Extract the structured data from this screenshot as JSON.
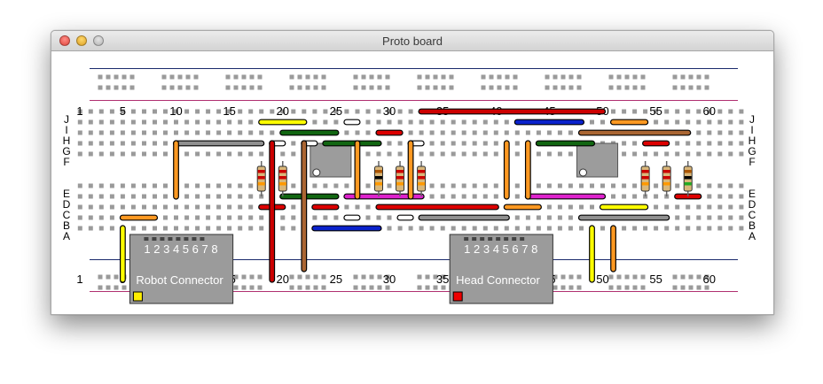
{
  "window": {
    "title": "Proto board"
  },
  "board": {
    "columns": 63,
    "column_labels": [
      "1",
      "5",
      "10",
      "15",
      "20",
      "25",
      "30",
      "35",
      "40",
      "45",
      "50",
      "55",
      "60"
    ],
    "column_label_positions": [
      1,
      5,
      10,
      15,
      20,
      25,
      30,
      35,
      40,
      45,
      50,
      55,
      60
    ],
    "top_row_labels": [
      "J",
      "I",
      "H",
      "G",
      "F"
    ],
    "bottom_row_labels": [
      "E",
      "D",
      "C",
      "B",
      "A"
    ],
    "rail_top_color": "#1a2a6c",
    "rail_bottom_color": "#b03070",
    "hole_color": "#9a9a9a",
    "wires": [
      {
        "orient": "h",
        "row": 0,
        "col_start": 33,
        "col_end": 50,
        "color": "#cc0000"
      },
      {
        "orient": "h",
        "row": 1,
        "col_start": 18,
        "col_end": 22,
        "color": "#ffff00"
      },
      {
        "orient": "h",
        "row": 1,
        "col_start": 26,
        "col_end": 27,
        "color": "#ffffff"
      },
      {
        "orient": "h",
        "row": 1,
        "col_start": 42,
        "col_end": 48,
        "color": "#0a22cc"
      },
      {
        "orient": "h",
        "row": 1,
        "col_start": 51,
        "col_end": 54,
        "color": "#ff9922"
      },
      {
        "orient": "h",
        "row": 2,
        "col_start": 20,
        "col_end": 25,
        "color": "#116611"
      },
      {
        "orient": "h",
        "row": 2,
        "col_start": 29,
        "col_end": 31,
        "color": "#dd0000"
      },
      {
        "orient": "h",
        "row": 2,
        "col_start": 48,
        "col_end": 58,
        "color": "#aa6633"
      },
      {
        "orient": "h",
        "row": 3,
        "col_start": 19,
        "col_end": 20,
        "color": "#ffffff"
      },
      {
        "orient": "h",
        "row": 3,
        "col_start": 22,
        "col_end": 23,
        "color": "#ffffff"
      },
      {
        "orient": "h",
        "row": 3,
        "col_start": 32,
        "col_end": 33,
        "color": "#ffffff"
      },
      {
        "orient": "h",
        "row": 3,
        "col_start": 24,
        "col_end": 29,
        "color": "#116611"
      },
      {
        "orient": "h",
        "row": 3,
        "col_start": 44,
        "col_end": 49,
        "color": "#116611"
      },
      {
        "orient": "h",
        "row": 3,
        "col_start": 54,
        "col_end": 56,
        "color": "#dd0000"
      },
      {
        "orient": "h",
        "row": 3,
        "col_start": 10,
        "col_end": 18,
        "color": "#909090"
      },
      {
        "orient": "h",
        "row": 6,
        "col_start": 20,
        "col_end": 25,
        "color": "#116611"
      },
      {
        "orient": "h",
        "row": 6,
        "col_start": 26,
        "col_end": 33,
        "color": "#dd22cc"
      },
      {
        "orient": "h",
        "row": 6,
        "col_start": 43,
        "col_end": 50,
        "color": "#dd22cc"
      },
      {
        "orient": "h",
        "row": 6,
        "col_start": 57,
        "col_end": 59,
        "color": "#dd0000"
      },
      {
        "orient": "h",
        "row": 7,
        "col_start": 18,
        "col_end": 20,
        "color": "#dd0000"
      },
      {
        "orient": "h",
        "row": 7,
        "col_start": 23,
        "col_end": 25,
        "color": "#dd0000"
      },
      {
        "orient": "h",
        "row": 7,
        "col_start": 29,
        "col_end": 40,
        "color": "#dd0000"
      },
      {
        "orient": "h",
        "row": 7,
        "col_start": 41,
        "col_end": 44,
        "color": "#ff9922"
      },
      {
        "orient": "h",
        "row": 7,
        "col_start": 50,
        "col_end": 54,
        "color": "#ffff00"
      },
      {
        "orient": "h",
        "row": 8,
        "col_start": 5,
        "col_end": 8,
        "color": "#ff9922"
      },
      {
        "orient": "h",
        "row": 8,
        "col_start": 26,
        "col_end": 27,
        "color": "#ffffff"
      },
      {
        "orient": "h",
        "row": 8,
        "col_start": 31,
        "col_end": 32,
        "color": "#ffffff"
      },
      {
        "orient": "h",
        "row": 8,
        "col_start": 33,
        "col_end": 41,
        "color": "#909090"
      },
      {
        "orient": "h",
        "row": 8,
        "col_start": 48,
        "col_end": 56,
        "color": "#909090"
      },
      {
        "orient": "h",
        "row": 9,
        "col_start": 23,
        "col_end": 29,
        "color": "#0a22cc"
      },
      {
        "orient": "v",
        "col": 10,
        "row_start": 3,
        "row_end": 6,
        "color": "#ff9922"
      },
      {
        "orient": "v",
        "col": 19,
        "row_start": 3,
        "row_end": 13,
        "color": "#cc0000"
      },
      {
        "orient": "v",
        "col": 22,
        "row_start": 3,
        "row_end": 12,
        "color": "#aa6633"
      },
      {
        "orient": "v",
        "col": 27,
        "row_start": 3,
        "row_end": 6,
        "color": "#ff9922"
      },
      {
        "orient": "v",
        "col": 32,
        "row_start": 3,
        "row_end": 6,
        "color": "#ff9922"
      },
      {
        "orient": "v",
        "col": 41,
        "row_start": 3,
        "row_end": 6,
        "color": "#ff9922"
      },
      {
        "orient": "v",
        "col": 43,
        "row_start": 3,
        "row_end": 6,
        "color": "#ff9922"
      },
      {
        "orient": "v",
        "col": 5,
        "row_start": 9,
        "row_end": 13,
        "color": "#ffff00"
      },
      {
        "orient": "v",
        "col": 49,
        "row_start": 9,
        "row_end": 13,
        "color": "#ffff00"
      },
      {
        "orient": "v",
        "col": 51,
        "row_start": 9,
        "row_end": 12,
        "color": "#ff9922"
      }
    ],
    "resistors": [
      {
        "col": 18,
        "bands": [
          "#cc0000",
          "#cc0000",
          "#ff9900"
        ]
      },
      {
        "col": 20,
        "bands": [
          "#cc0000",
          "#cc0000",
          "#ff9900"
        ]
      },
      {
        "col": 29,
        "bands": [
          "#aa5500",
          "#000000",
          "#ff9900"
        ]
      },
      {
        "col": 31,
        "bands": [
          "#cc0000",
          "#cc0000",
          "#ff9900"
        ]
      },
      {
        "col": 33,
        "bands": [
          "#cc0000",
          "#cc0000",
          "#ff9900"
        ]
      },
      {
        "col": 54,
        "bands": [
          "#cc0000",
          "#cc0000",
          "#ff9900"
        ]
      },
      {
        "col": 56,
        "bands": [
          "#cc0000",
          "#cc0000",
          "#ff9900"
        ]
      },
      {
        "col": 58,
        "bands": [
          "#aa5500",
          "#000000",
          "#22aa22"
        ]
      }
    ],
    "chips": [
      {
        "col_start": 23,
        "col_end": 26
      },
      {
        "col_start": 48,
        "col_end": 51
      }
    ],
    "connectors": [
      {
        "label": "Robot Connector",
        "pins": "1 2 3 4 5 6 7 8",
        "col_start": 6,
        "col_end": 15,
        "indicator_color": "#ffee00"
      },
      {
        "label": "Head Connector",
        "pins": "1 2 3 4 5 6 7 8",
        "col_start": 36,
        "col_end": 45,
        "indicator_color": "#ee0000"
      }
    ]
  }
}
